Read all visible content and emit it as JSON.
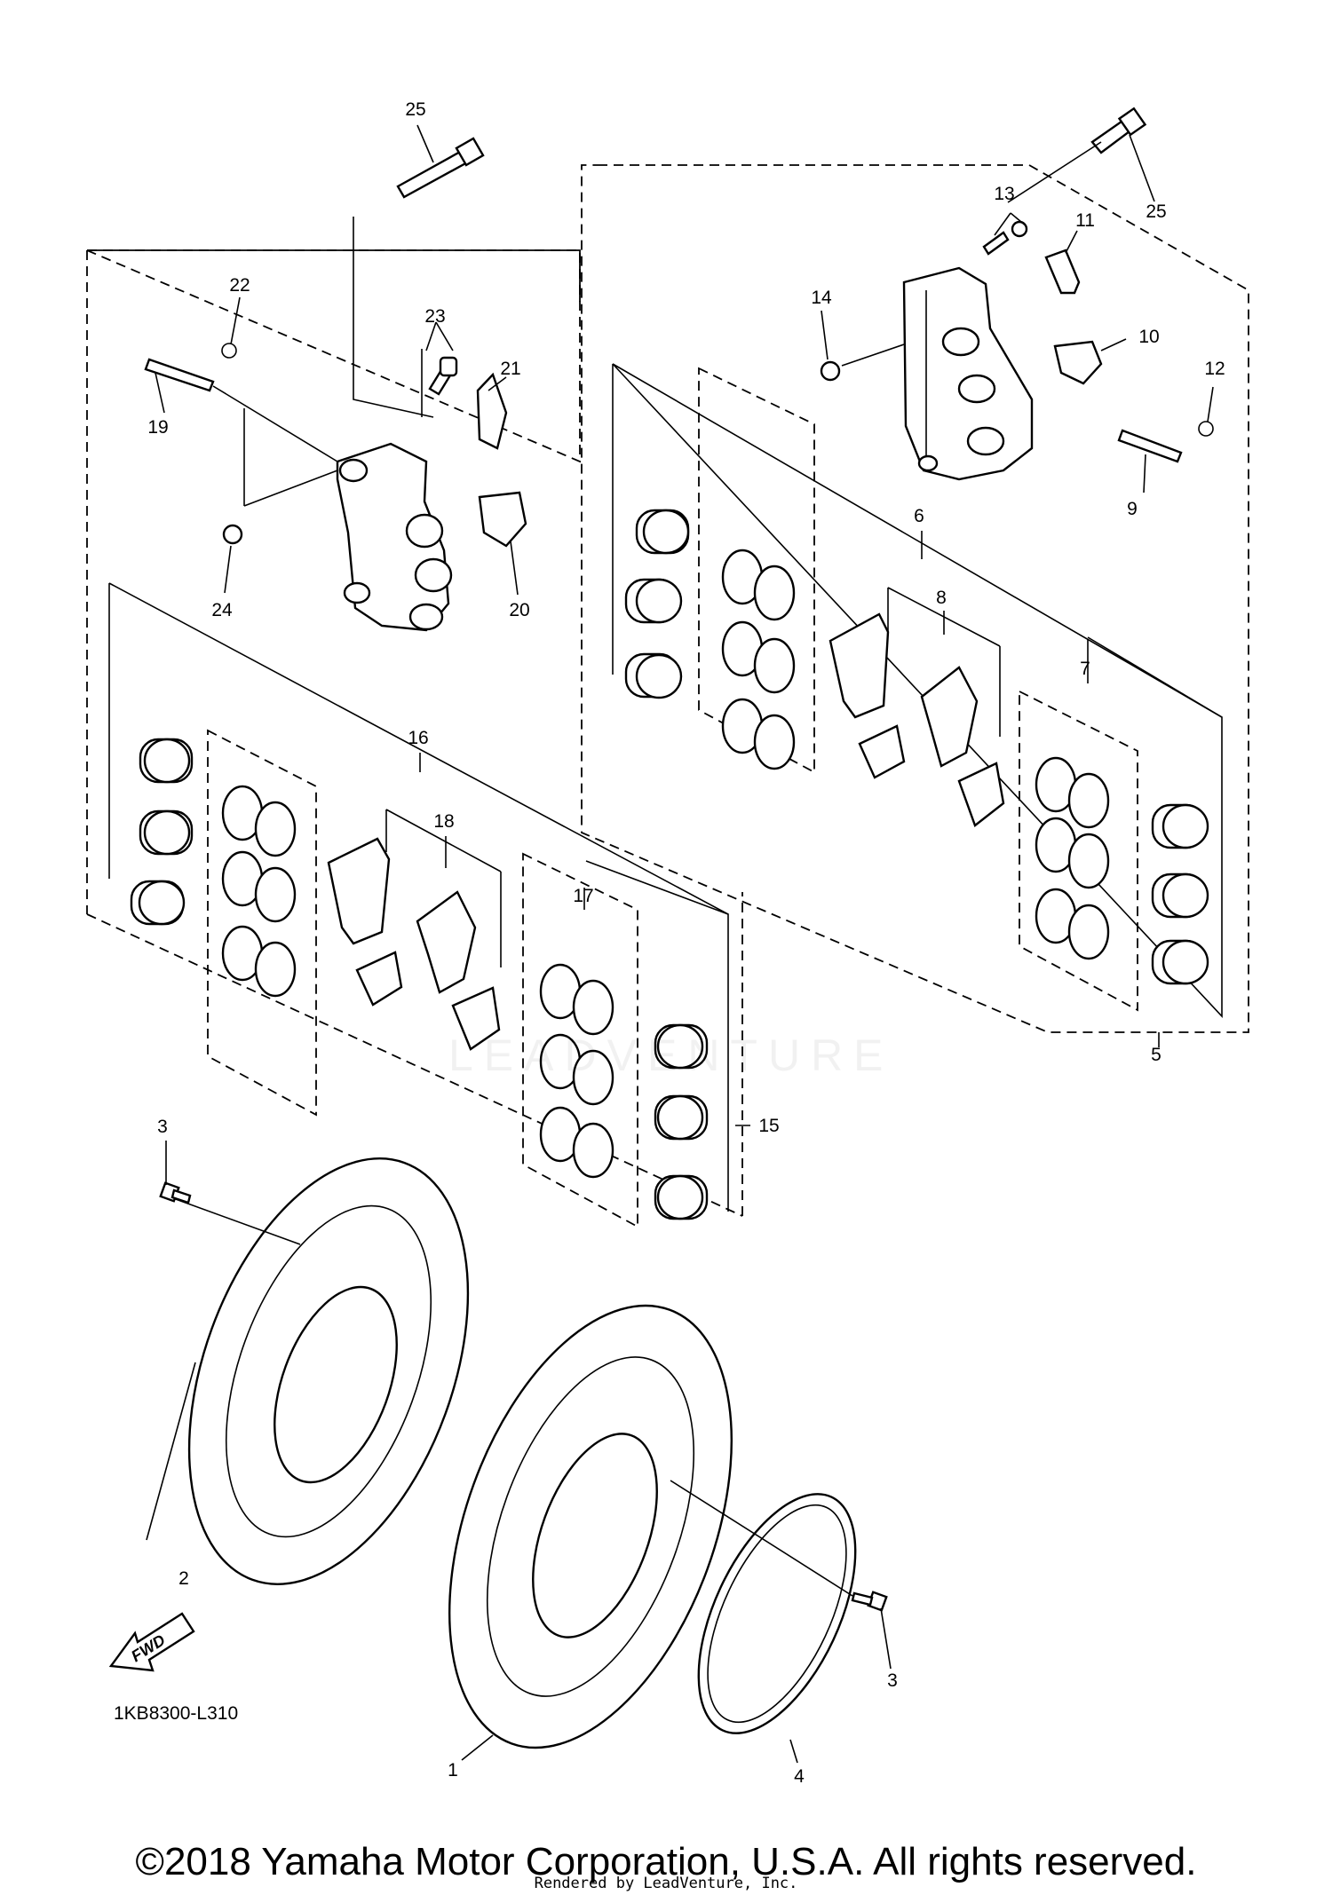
{
  "diagram": {
    "figure_code": "1KB8300-L310",
    "fwd_label": "FWD",
    "callouts": [
      {
        "id": "c1",
        "text": "1"
      },
      {
        "id": "c2",
        "text": "2"
      },
      {
        "id": "c3a",
        "text": "3"
      },
      {
        "id": "c3b",
        "text": "3"
      },
      {
        "id": "c4",
        "text": "4"
      },
      {
        "id": "c5",
        "text": "5"
      },
      {
        "id": "c6",
        "text": "6"
      },
      {
        "id": "c7",
        "text": "7"
      },
      {
        "id": "c8",
        "text": "8"
      },
      {
        "id": "c9",
        "text": "9"
      },
      {
        "id": "c10",
        "text": "10"
      },
      {
        "id": "c11",
        "text": "11"
      },
      {
        "id": "c12",
        "text": "12"
      },
      {
        "id": "c13",
        "text": "13"
      },
      {
        "id": "c14",
        "text": "14"
      },
      {
        "id": "c15",
        "text": "15"
      },
      {
        "id": "c16",
        "text": "16"
      },
      {
        "id": "c17",
        "text": "17"
      },
      {
        "id": "c18",
        "text": "18"
      },
      {
        "id": "c19",
        "text": "19"
      },
      {
        "id": "c20",
        "text": "20"
      },
      {
        "id": "c21",
        "text": "21"
      },
      {
        "id": "c22",
        "text": "22"
      },
      {
        "id": "c23",
        "text": "23"
      },
      {
        "id": "c24",
        "text": "24"
      },
      {
        "id": "c25a",
        "text": "25"
      },
      {
        "id": "c25b",
        "text": "25"
      }
    ]
  },
  "watermark": "LEADVENTURE",
  "footer": {
    "copyright": "©2018 Yamaha Motor Corporation, U.S.A. All rights reserved.",
    "rendered_by": "Rendered by LeadVenture, Inc."
  }
}
